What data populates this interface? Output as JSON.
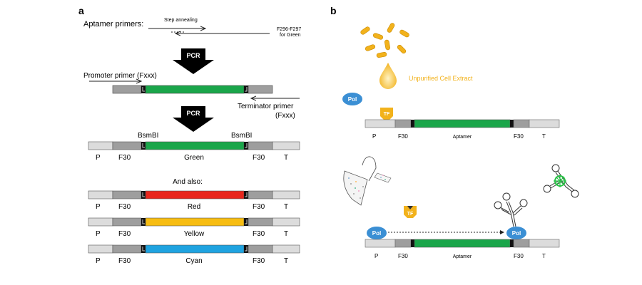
{
  "panel_a": {
    "label": "a",
    "aptamer_primers": "Aptamer primers:",
    "step_annealing": "Step annealing",
    "primer_note_1": "F296-F297",
    "primer_note_2": "for Green",
    "pcr_1": "PCR",
    "promoter_primer": "Promoter primer (Fxxx)",
    "pcr_2": "PCR",
    "terminator_primer_1": "Terminator primer",
    "terminator_primer_2": "(Fxxx)",
    "bsmbi_left": "BsmBI",
    "bsmbi_right": "BsmBI",
    "and_also": "And also:",
    "constructs": [
      {
        "name": "Green",
        "color": "#1aa64a",
        "p": "P",
        "f30_left": "F30",
        "f30_right": "F30",
        "t": "T"
      },
      {
        "name": "Red",
        "color": "#e8261c",
        "p": "P",
        "f30_left": "F30",
        "f30_right": "F30",
        "t": "T"
      },
      {
        "name": "Yellow",
        "color": "#f7bd12",
        "p": "P",
        "f30_left": "F30",
        "f30_right": "F30",
        "t": "T"
      },
      {
        "name": "Cyan",
        "color": "#1fa3e0",
        "p": "P",
        "f30_left": "F30",
        "f30_right": "F30",
        "t": "T"
      }
    ]
  },
  "panel_b": {
    "label": "b",
    "extract_label": "Unpurified Cell Extract",
    "pol_top": "Pol",
    "tf_top": "TF",
    "top_construct": {
      "p": "P",
      "f30_left": "F30",
      "center": "Aptamer",
      "f30_right": "F30",
      "t": "T"
    },
    "tf_bottom": "TF",
    "pol_bottom_left": "Pol",
    "pol_bottom_right": "Pol",
    "bottom_construct": {
      "p": "P",
      "f30_left": "F30",
      "center": "Aptamer",
      "f30_right": "F30",
      "t": "T"
    }
  },
  "colors": {
    "green": "#1aa64a",
    "pol_blue": "#3b8fd4",
    "tf_yellow": "#f2b21c",
    "extract_yellow": "#f2b21c",
    "grey": "#9e9e9e",
    "light_grey": "#dcdcdc"
  }
}
